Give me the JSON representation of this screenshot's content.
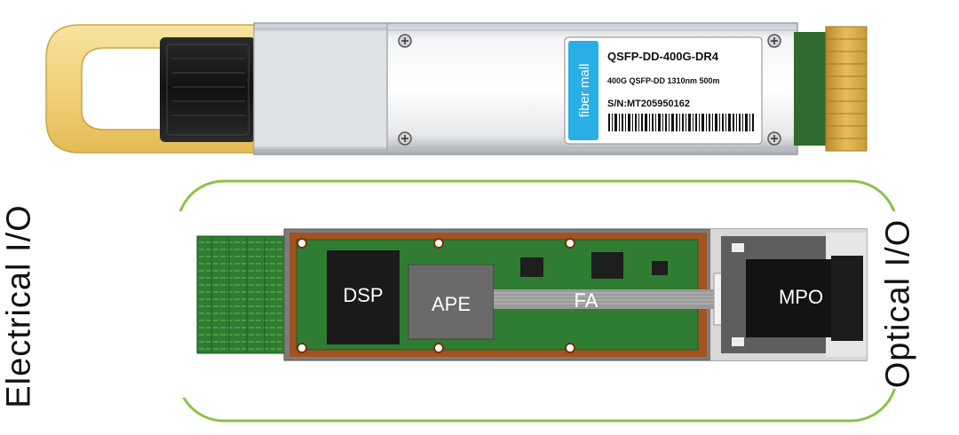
{
  "product_label": {
    "brand": "fiber mall",
    "model": "QSFP-DD-400G-DR4",
    "description": "400G QSFP-DD 1310nm 500m",
    "serial": "S/N:MT205950162"
  },
  "diagram": {
    "left_label": "Electrical I/O",
    "right_label": "Optical I/O",
    "components": {
      "dsp": "DSP",
      "ape": "APE",
      "fa": "FA",
      "mpo": "MPO"
    }
  },
  "colors": {
    "pull_tab": "#f2d27a",
    "pcb_green": "#2f7d32",
    "frame_border": "#8bc34a",
    "label_accent": "#29aee6",
    "gold_contacts": "#d9a441"
  }
}
